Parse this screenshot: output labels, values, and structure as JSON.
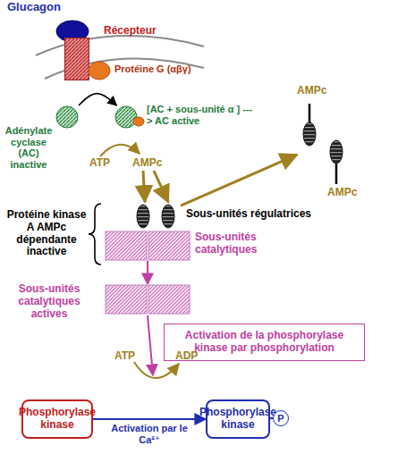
{
  "diagram": {
    "nodes": [
      {
        "text": [
          "Glucagon"
        ]
      },
      {
        "text": [
          "Récepteur"
        ]
      },
      {
        "text": [
          "Protéine G (αβγ)"
        ]
      },
      {
        "text": [
          "Adénylate cyclase (AC) inactive"
        ]
      },
      {
        "text": [
          "[AC + sous-unité α ] ---> AC active"
        ]
      },
      {
        "text": [
          "AMPc",
          "AMPc"
        ]
      },
      {
        "text": [
          "Sous-unités régulatrices"
        ]
      },
      {
        "text": [
          "Sous-unités catalytiques"
        ]
      },
      {
        "text": [
          "Sous-unités catalytiques actives"
        ]
      },
      {
        "text": [
          "Activation de la phosphorylase kinase par phosphorylation"
        ]
      },
      {
        "text": [
          "Phosphorylase kinase"
        ]
      },
      {
        "text": [
          "Phosphorylase kinase"
        ]
      },
      {
        "text": [
          "P"
        ]
      }
    ],
    "edges": [
      {
        "from": 3,
        "to": 4,
        "arrow": "to"
      },
      {
        "from": 6,
        "to": 5,
        "arrow": "to"
      },
      {
        "from": 7,
        "to": 8,
        "arrow": "to"
      },
      {
        "from": 10,
        "to": 11,
        "label": "Activation par le Ca²⁺",
        "arrow": "to"
      }
    ],
    "labels": [
      "ATP",
      "AMPc",
      "Protéine kinase A AMPc dépendante inactive",
      "ATP",
      "ADP"
    ]
  }
}
